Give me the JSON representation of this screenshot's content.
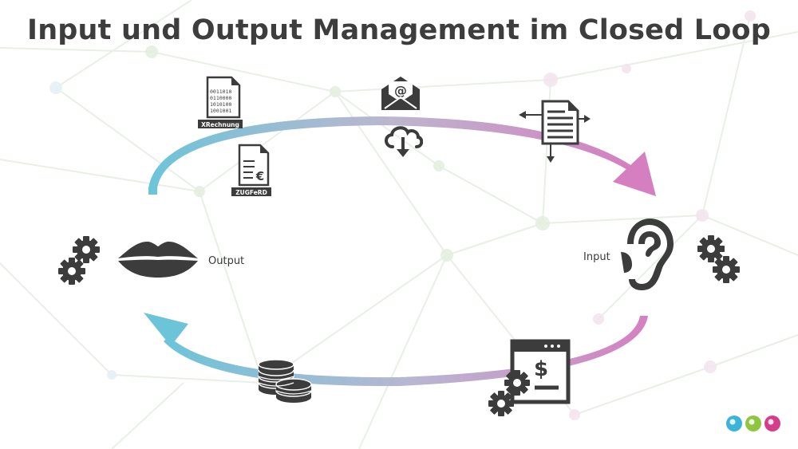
{
  "title": "Input und Output Management im Closed Loop",
  "labels": {
    "input": "Input",
    "output": "Output"
  },
  "documents": {
    "xrechnung_tag": "XRechnung",
    "xrechnung_binary": [
      "0011010",
      "0110000",
      "1010100",
      "1001001"
    ],
    "zugferd_tag": "ZUGFeRD",
    "zugferd_symbol": "€"
  },
  "email_symbol": "@",
  "billing_symbol": "$",
  "colors": {
    "text": "#3d3d3d",
    "icon": "#3c3c3c",
    "arc_cyan": "#6cc4d8",
    "arc_pink": "#d57fc0",
    "dot_blue": "#3bb4dc",
    "dot_green": "#8fc640",
    "dot_pink": "#d63c8c"
  },
  "icons": [
    "xrechnung-document-icon",
    "email-icon",
    "cloud-download-icon",
    "document-transfer-icon",
    "zugferd-document-icon",
    "lips-icon",
    "ear-icon",
    "gears-icon",
    "coins-icon",
    "billing-window-icon",
    "brand-dots-logo"
  ]
}
